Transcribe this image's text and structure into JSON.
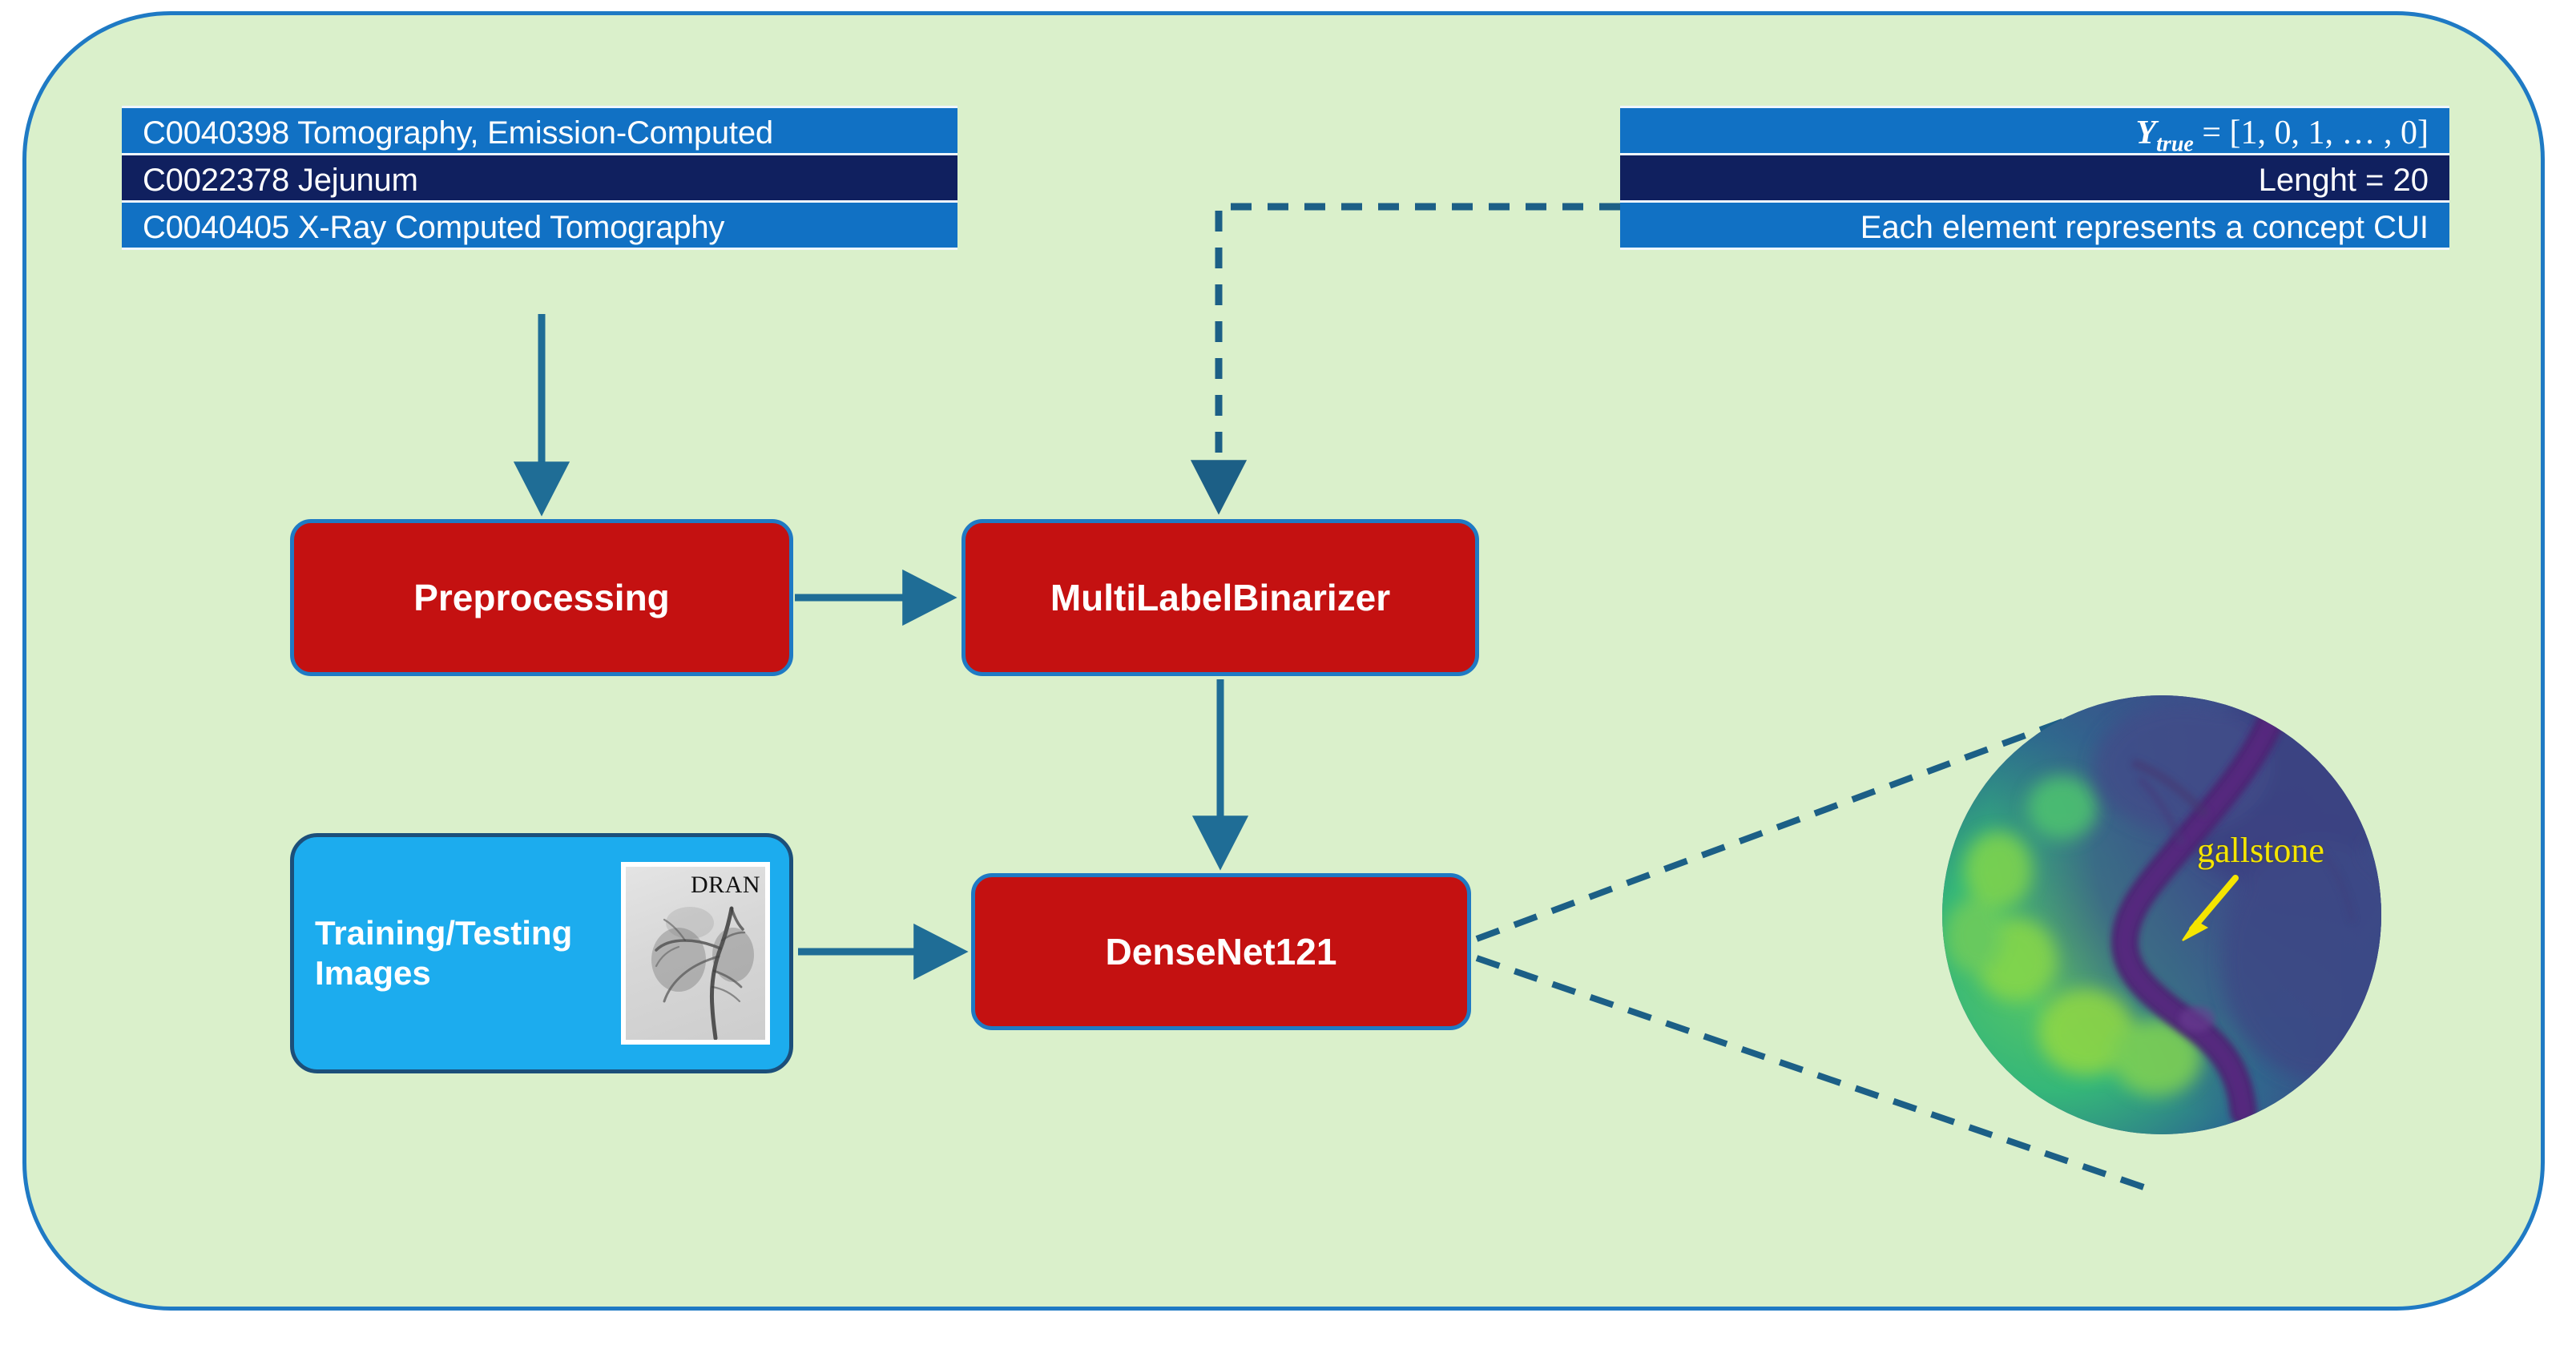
{
  "container": {
    "background_color": "#daf0cb",
    "border_color": "#1f7ac4"
  },
  "cui_list": {
    "rows": [
      {
        "code": "C0040398",
        "term": "Tomography, Emission-Computed",
        "text": "C0040398 Tomography, Emission-Computed",
        "shade": "light"
      },
      {
        "code": "C0022378",
        "term": "Jejunum",
        "text": "C0022378 Jejunum",
        "shade": "dark"
      },
      {
        "code": "C0040405",
        "term": "X-Ray Computed Tomography",
        "text": "C0040405 X-Ray Computed Tomography",
        "shade": "light"
      }
    ],
    "colors": {
      "light": "#1171c4",
      "dark": "#10205f",
      "text": "#ffffff"
    }
  },
  "label_info": {
    "rows": [
      {
        "id": "y-true",
        "symbol": "Y",
        "subscript": "true",
        "equals": "=",
        "vector": "[1, 0, 1, … , 0]",
        "text": "Y_true = [1, 0, 1, … , 0]",
        "shade": "light"
      },
      {
        "id": "length",
        "text": "Lenght = 20",
        "shade": "dark"
      },
      {
        "id": "description",
        "text": "Each element represents a concept CUI",
        "shade": "light"
      }
    ],
    "colors": {
      "light": "#1171c4",
      "dark": "#10205f",
      "text": "#ffffff"
    }
  },
  "process_boxes": [
    {
      "id": "preprocessing",
      "label": "Preprocessing",
      "fill": "#c41111",
      "border": "#1f7ac4"
    },
    {
      "id": "multilabelbinarizer",
      "label": "MultiLabelBinarizer",
      "fill": "#c41111",
      "border": "#1f7ac4"
    },
    {
      "id": "densenet121",
      "label": "DenseNet121",
      "fill": "#c41111",
      "border": "#1f7ac4"
    }
  ],
  "training_box": {
    "label": "Training/Testing Images",
    "label_line1": "Training/Testing",
    "label_line2": "Images",
    "fill": "#1cacee",
    "border": "#1c4f7a",
    "thumbnail": {
      "caption": "DRAN",
      "description": "grayscale angiography image"
    }
  },
  "magnified_view": {
    "annotation": "gallstone",
    "annotation_color": "#f5e500",
    "description": "viridis colormap radiographic image of a bile duct"
  },
  "connectors": {
    "solid_color": "#1f6d96",
    "dashed_color": "#1c5f86",
    "items": [
      {
        "id": "cui-to-preprocessing",
        "from": "cui_list",
        "to": "preprocessing",
        "style": "solid"
      },
      {
        "id": "preprocessing-to-mlb",
        "from": "preprocessing",
        "to": "multilabelbinarizer",
        "style": "solid"
      },
      {
        "id": "label-to-mlb",
        "from": "label_info",
        "to": "multilabelbinarizer",
        "style": "dashed"
      },
      {
        "id": "mlb-to-densenet",
        "from": "multilabelbinarizer",
        "to": "densenet121",
        "style": "solid"
      },
      {
        "id": "training-to-densenet",
        "from": "training_box",
        "to": "densenet121",
        "style": "solid"
      },
      {
        "id": "densenet-to-magnifier-upper",
        "from": "densenet121",
        "to": "magnified_view",
        "style": "dashed"
      },
      {
        "id": "densenet-to-magnifier-lower",
        "from": "densenet121",
        "to": "magnified_view",
        "style": "dashed"
      }
    ]
  }
}
